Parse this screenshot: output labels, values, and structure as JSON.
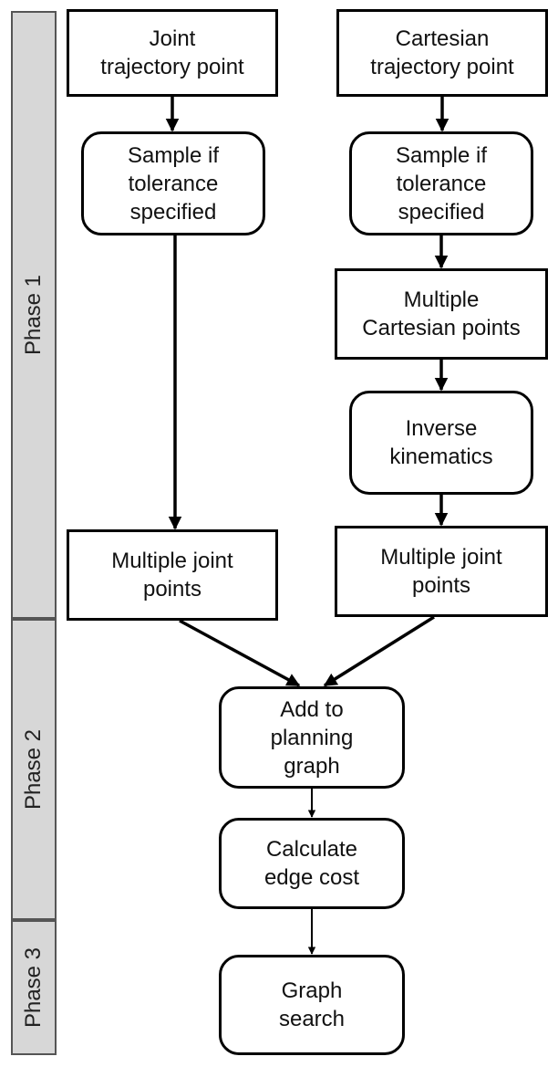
{
  "phases": [
    {
      "id": "phase1",
      "label": "Phase 1"
    },
    {
      "id": "phase2",
      "label": "Phase 2"
    },
    {
      "id": "phase3",
      "label": "Phase 3"
    }
  ],
  "nodes": {
    "joint_trajectory_point": {
      "lines": [
        "Joint",
        "trajectory point"
      ]
    },
    "sample_joint": {
      "lines": [
        "Sample if",
        "tolerance",
        "specified"
      ]
    },
    "cartesian_trajectory_point": {
      "lines": [
        "Cartesian",
        "trajectory point"
      ]
    },
    "sample_cartesian": {
      "lines": [
        "Sample if",
        "tolerance",
        "specified"
      ]
    },
    "multiple_cartesian_points": {
      "lines": [
        "Multiple",
        "Cartesian points"
      ]
    },
    "inverse_kinematics": {
      "lines": [
        "Inverse",
        "kinematics"
      ]
    },
    "multiple_joint_points_left": {
      "lines": [
        "Multiple joint",
        "points"
      ]
    },
    "multiple_joint_points_right": {
      "lines": [
        "Multiple joint",
        "points"
      ]
    },
    "add_to_planning_graph": {
      "lines": [
        "Add to",
        "planning",
        "graph"
      ]
    },
    "calculate_edge_cost": {
      "lines": [
        "Calculate",
        "edge cost"
      ]
    },
    "graph_search": {
      "lines": [
        "Graph",
        "search"
      ]
    }
  },
  "edges": [
    {
      "from": "joint_trajectory_point",
      "to": "sample_joint"
    },
    {
      "from": "sample_joint",
      "to": "multiple_joint_points_left"
    },
    {
      "from": "cartesian_trajectory_point",
      "to": "sample_cartesian"
    },
    {
      "from": "sample_cartesian",
      "to": "multiple_cartesian_points"
    },
    {
      "from": "multiple_cartesian_points",
      "to": "inverse_kinematics"
    },
    {
      "from": "inverse_kinematics",
      "to": "multiple_joint_points_right"
    },
    {
      "from": "multiple_joint_points_left",
      "to": "add_to_planning_graph"
    },
    {
      "from": "multiple_joint_points_right",
      "to": "add_to_planning_graph"
    },
    {
      "from": "add_to_planning_graph",
      "to": "calculate_edge_cost"
    },
    {
      "from": "calculate_edge_cost",
      "to": "graph_search"
    }
  ],
  "colors": {
    "phase_fill": "#d7d7d7",
    "phase_border": "#555555",
    "node_border": "#000000",
    "arrow": "#000000"
  }
}
